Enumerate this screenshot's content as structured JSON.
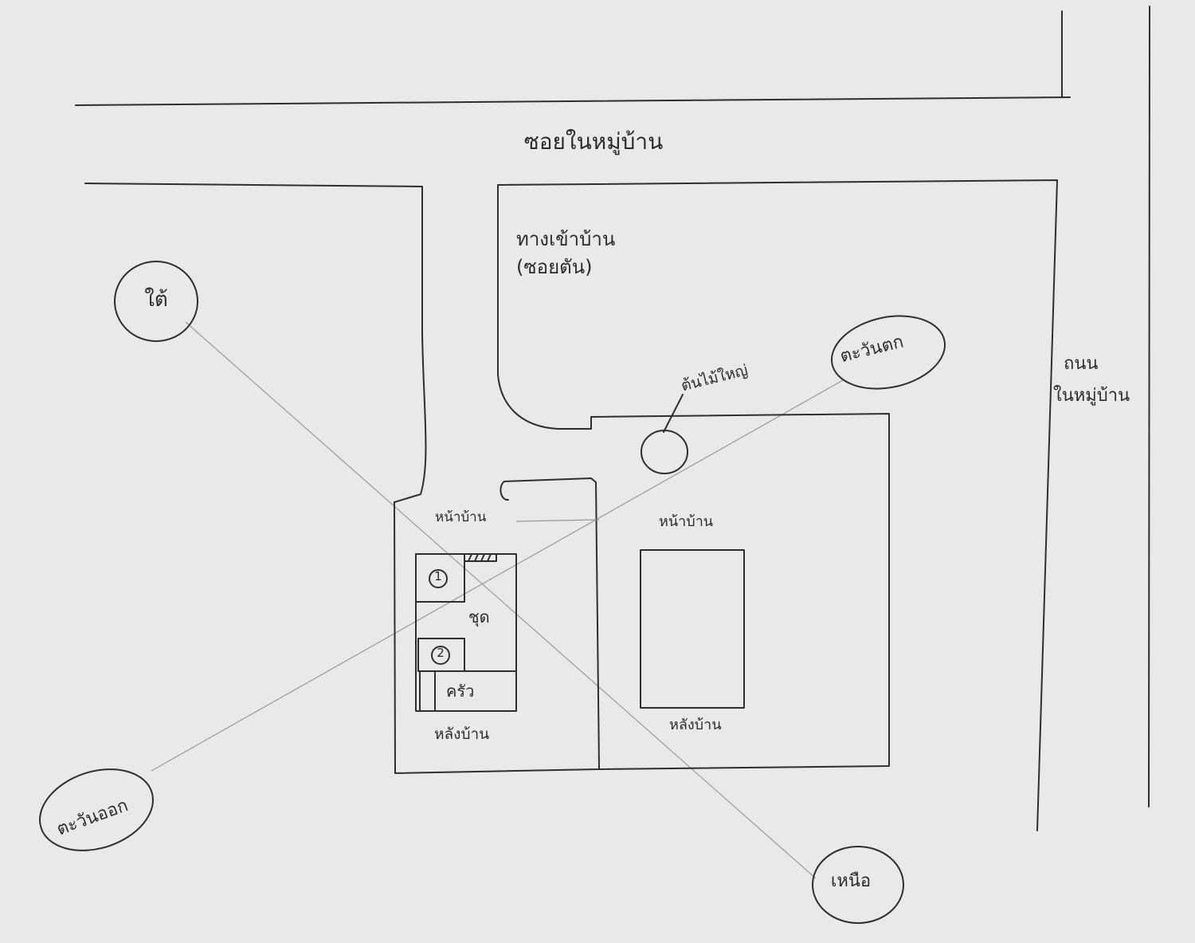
{
  "labels": {
    "village_lane": "ซอยในหมู่บ้าน",
    "entrance_line1": "ทางเข้าบ้าน",
    "entrance_line2": "(ซอยตัน)",
    "big_tree": "ต้นไม้ใหญ่",
    "road_line1": "ถนน",
    "road_line2": "ในหมู่บ้าน",
    "front_house_left": "หน้าบ้าน",
    "front_house_right": "หน้าบ้าน",
    "room_1": "1",
    "room_2": "2",
    "hallway": "ชุด",
    "kitchen": "ครัว",
    "back_house_left": "หลังบ้าน",
    "back_house_right": "หลังบ้าน"
  },
  "compass": {
    "south": "ใต้",
    "west": "ตะวันตก",
    "east": "ตะวันออก",
    "north": "เหนือ"
  },
  "colors": {
    "paper": "#e9e9e9",
    "ink": "#2f2f2f",
    "guide_line": "#9a9a9a"
  }
}
